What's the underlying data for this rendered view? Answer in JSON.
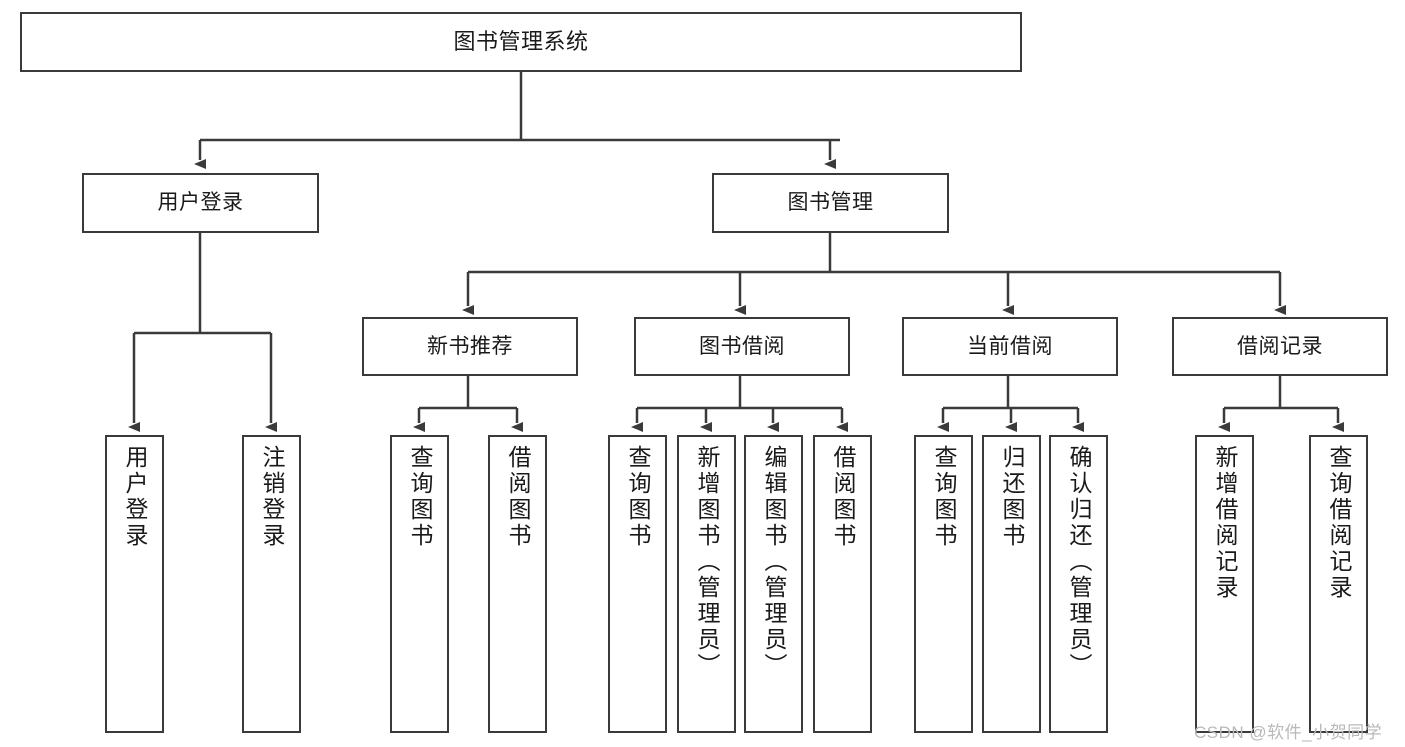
{
  "diagram": {
    "title": "图书管理系统",
    "type": "function-structure-tree",
    "orientation": "top-down",
    "root": {
      "id": "root",
      "label": "图书管理系统"
    },
    "level2": [
      {
        "id": "user-login",
        "label": "用户登录"
      },
      {
        "id": "book-manage",
        "label": "图书管理"
      }
    ],
    "level3": [
      {
        "id": "new-book-rec",
        "label": "新书推荐",
        "parent": "book-manage"
      },
      {
        "id": "book-borrow",
        "label": "图书借阅",
        "parent": "book-manage"
      },
      {
        "id": "current-borrow",
        "label": "当前借阅",
        "parent": "book-manage"
      },
      {
        "id": "borrow-record",
        "label": "借阅记录",
        "parent": "book-manage"
      }
    ],
    "leaves": [
      {
        "id": "leaf-user-login",
        "label": "用户登录",
        "parent": "user-login"
      },
      {
        "id": "leaf-user-logout",
        "label": "注销登录",
        "parent": "user-login"
      },
      {
        "id": "leaf-query-book-1",
        "label": "查询图书",
        "parent": "new-book-rec"
      },
      {
        "id": "leaf-borrow-book-1",
        "label": "借阅图书",
        "parent": "new-book-rec"
      },
      {
        "id": "leaf-query-book-2",
        "label": "查询图书",
        "parent": "book-borrow"
      },
      {
        "id": "leaf-add-book",
        "label": "新增图书（管理员）",
        "parent": "book-borrow"
      },
      {
        "id": "leaf-edit-book",
        "label": "编辑图书（管理员）",
        "parent": "book-borrow"
      },
      {
        "id": "leaf-borrow-book-2",
        "label": "借阅图书",
        "parent": "book-borrow"
      },
      {
        "id": "leaf-query-book-3",
        "label": "查询图书",
        "parent": "current-borrow"
      },
      {
        "id": "leaf-return-book",
        "label": "归还图书",
        "parent": "current-borrow"
      },
      {
        "id": "leaf-confirm-return",
        "label": "确认归还（管理员）",
        "parent": "current-borrow"
      },
      {
        "id": "leaf-add-record",
        "label": "新增借阅记录",
        "parent": "borrow-record"
      },
      {
        "id": "leaf-query-record",
        "label": "查询借阅记录",
        "parent": "borrow-record"
      }
    ],
    "watermark": "CSDN @软件_小贺同学",
    "colors": {
      "stroke": "#3a3a3a",
      "fill": "#ffffff",
      "text": "#1a1a1a",
      "watermark": "#b9b9b9"
    }
  }
}
